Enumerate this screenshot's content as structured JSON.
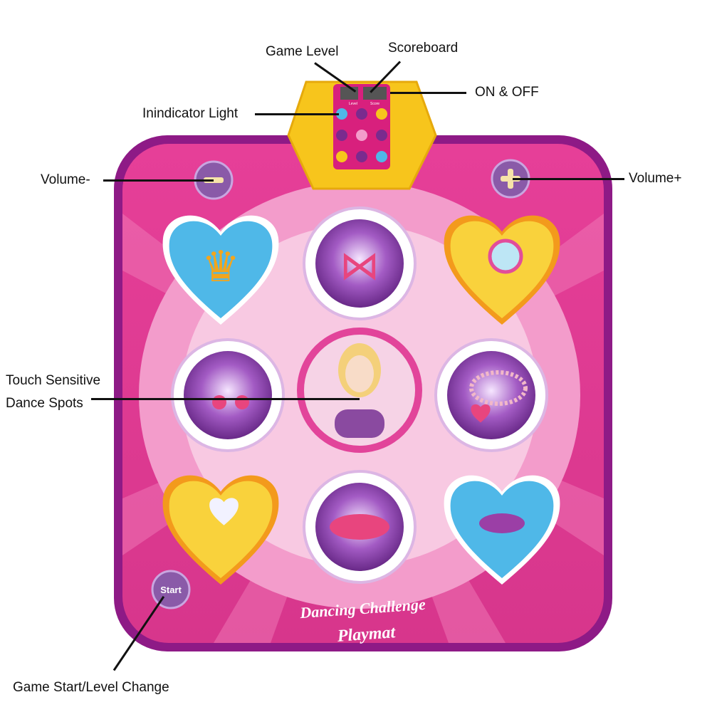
{
  "labels": {
    "game_level": "Game Level",
    "scoreboard": "Scoreboard",
    "on_off": "ON & OFF",
    "indicator_light": "Inindicator Light",
    "volume_minus": "Volume-",
    "volume_plus": "Volume+",
    "touch_spots_line1": "Touch Sensitive",
    "touch_spots_line2": "Dance Spots",
    "game_start": "Game Start/Level Change"
  },
  "mat": {
    "title_line1": "Dancing Challenge",
    "title_line2": "Playmat",
    "start_button": "Start",
    "panel_level": "Level",
    "panel_score": "Score"
  },
  "colors": {
    "border": "#8e1a86",
    "mat": "#e2449a",
    "yellow": "#f7c51c",
    "blue": "#4fb8e8",
    "purple": "#7a2b8e"
  }
}
